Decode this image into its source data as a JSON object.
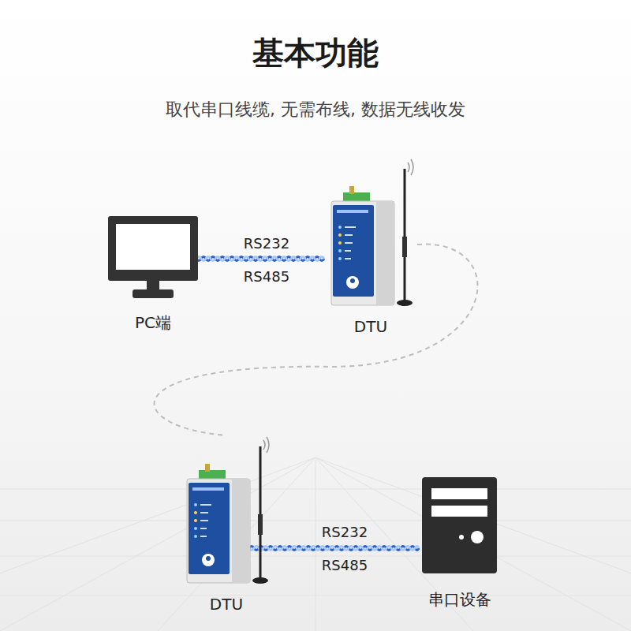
{
  "diagram": {
    "title": "基本功能",
    "caption": "取代串口线缆, 无需布线, 数据无线收发",
    "nodes": [
      {
        "text": [
          "PC端"
        ]
      },
      {
        "text": [
          "DTU"
        ]
      },
      {
        "text": [
          "DTU"
        ]
      },
      {
        "text": [
          "串口设备"
        ]
      }
    ],
    "edges": [
      {
        "from": 0,
        "to": 1,
        "arrow": "none"
      },
      {
        "from": 1,
        "to": 2,
        "arrow": "none"
      },
      {
        "from": 2,
        "to": 3,
        "arrow": "none"
      }
    ],
    "labels": [
      "RS232",
      "RS485",
      "RS232",
      "RS485"
    ]
  }
}
